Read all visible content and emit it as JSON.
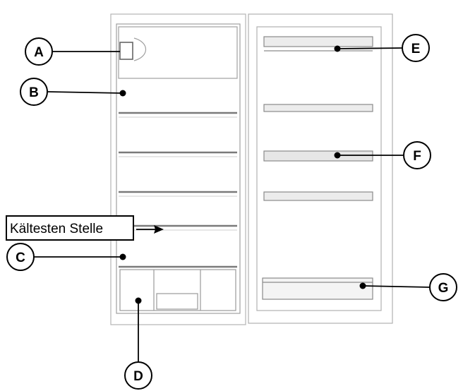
{
  "callouts": {
    "a": "A",
    "b": "B",
    "c": "C",
    "d": "D",
    "e": "E",
    "f": "F",
    "g": "G"
  },
  "note": "Kältesten Stelle",
  "colors": {
    "line": "#000000",
    "outline": "#9a9a9a",
    "shelf": "#7a7a7a",
    "fill": "#ffffff",
    "shelf_fill": "#e6e6e6"
  }
}
